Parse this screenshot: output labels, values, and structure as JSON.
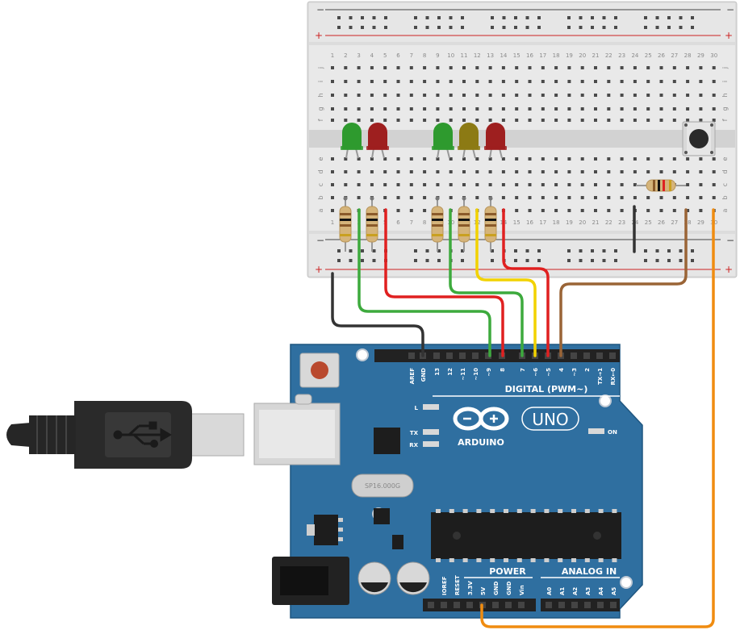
{
  "breadcrumb_rows": [
    "j",
    "i",
    "h",
    "g",
    "f",
    "e",
    "d",
    "c",
    "b",
    "a"
  ],
  "columns": [
    "1",
    "2",
    "3",
    "4",
    "5",
    "6",
    "7",
    "8",
    "9",
    "10",
    "11",
    "12",
    "13",
    "14",
    "15",
    "16",
    "17",
    "18",
    "19",
    "20",
    "21",
    "22",
    "23",
    "24",
    "25",
    "26",
    "27",
    "28",
    "29",
    "30"
  ],
  "rail_signs": {
    "minus": "−",
    "plus": "+"
  },
  "arduino": {
    "logo": "ARDUINO",
    "model": "UNO",
    "digital_title": "DIGITAL (PWM~)",
    "digital_pins": [
      "AREF",
      "GND",
      "13",
      "12",
      "~11",
      "~10",
      "~9",
      "8",
      "7",
      "~6",
      "~5",
      "4",
      "~3",
      "2",
      "TX→1",
      "RX←0"
    ],
    "leds": {
      "l": "L",
      "tx": "TX",
      "rx": "RX",
      "on": "ON"
    },
    "power_title": "POWER",
    "power_pins": [
      "IOREF",
      "RESET",
      "3.3V",
      "5V",
      "GND",
      "GND",
      "Vin"
    ],
    "analog_title": "ANALOG IN",
    "analog_pins": [
      "A0",
      "A1",
      "A2",
      "A3",
      "A4",
      "A5"
    ],
    "crystal": "SP16.000G"
  },
  "colors": {
    "board": "#2F6FA0",
    "led_green": "#2E9A2E",
    "led_red": "#9E1F1F",
    "led_yellow": "#8C7A14",
    "wire_black": "#333333",
    "wire_green": "#3DAA3D",
    "wire_red": "#E02020",
    "wire_yellow": "#F2D200",
    "wire_brown": "#9A6436",
    "wire_orange": "#F08C10"
  }
}
